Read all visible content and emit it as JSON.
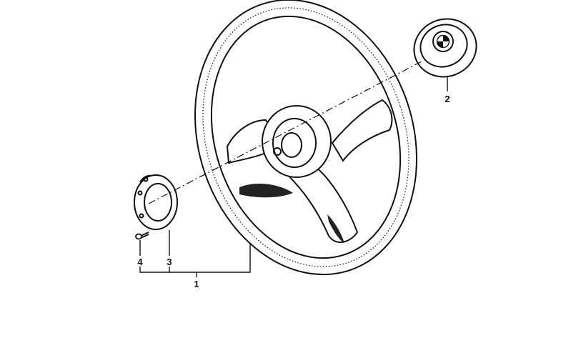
{
  "callouts": [
    {
      "label": "1",
      "part": "steering-wheel"
    },
    {
      "label": "2",
      "part": "horn-cover-with-emblem"
    },
    {
      "label": "3",
      "part": "hub-adapter-plate"
    },
    {
      "label": "4",
      "part": "screw"
    }
  ],
  "colors": {
    "line": "#111111",
    "background": "#ffffff",
    "shading": "#222222"
  }
}
